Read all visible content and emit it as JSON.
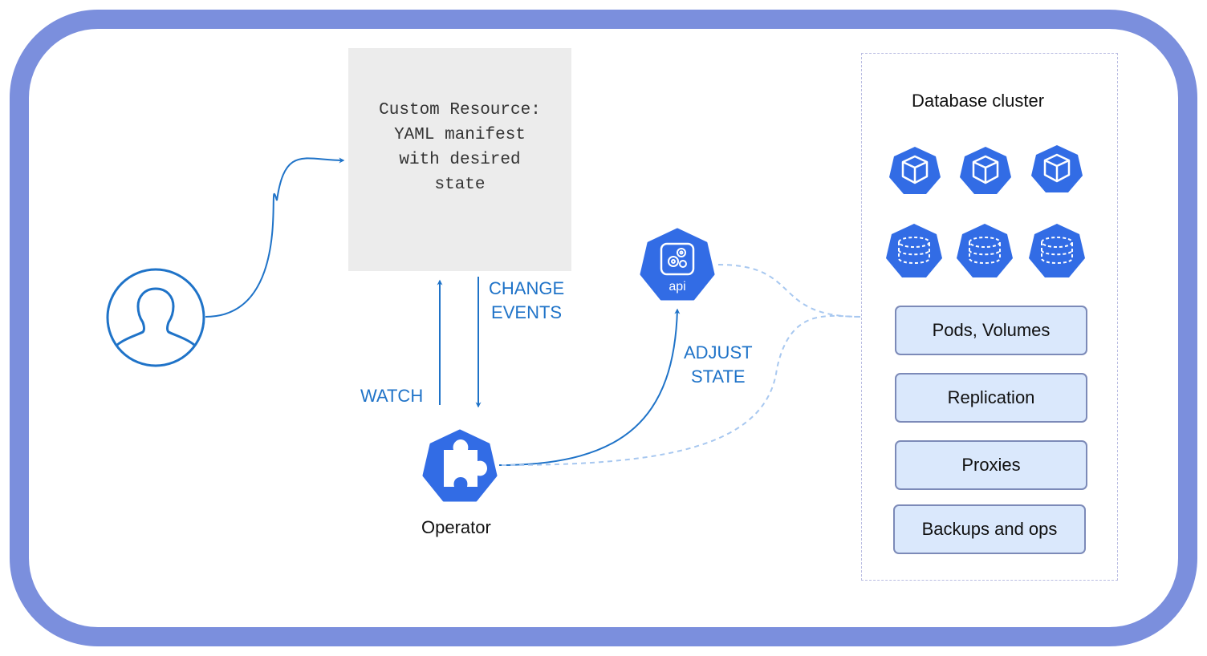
{
  "custom_resource": {
    "text": "Custom Resource:\nYAML manifest\nwith desired\nstate"
  },
  "edges": {
    "change_events": "CHANGE\nEVENTS",
    "watch": "WATCH",
    "adjust_state": "ADJUST\nSTATE"
  },
  "operator": {
    "label": "Operator",
    "icon": "puzzle-icon"
  },
  "api": {
    "label": "api",
    "icon": "gears-icon"
  },
  "cluster": {
    "title": "Database cluster",
    "components": [
      "Pods, Volumes",
      "Replication",
      "Proxies",
      "Backups and ops"
    ]
  },
  "colors": {
    "frame": "#7b8fdd",
    "k8s_blue": "#326ce5",
    "arrow": "#1f73c8",
    "dashed_link": "#a8c8f0",
    "component_fill": "#dae8fc"
  }
}
